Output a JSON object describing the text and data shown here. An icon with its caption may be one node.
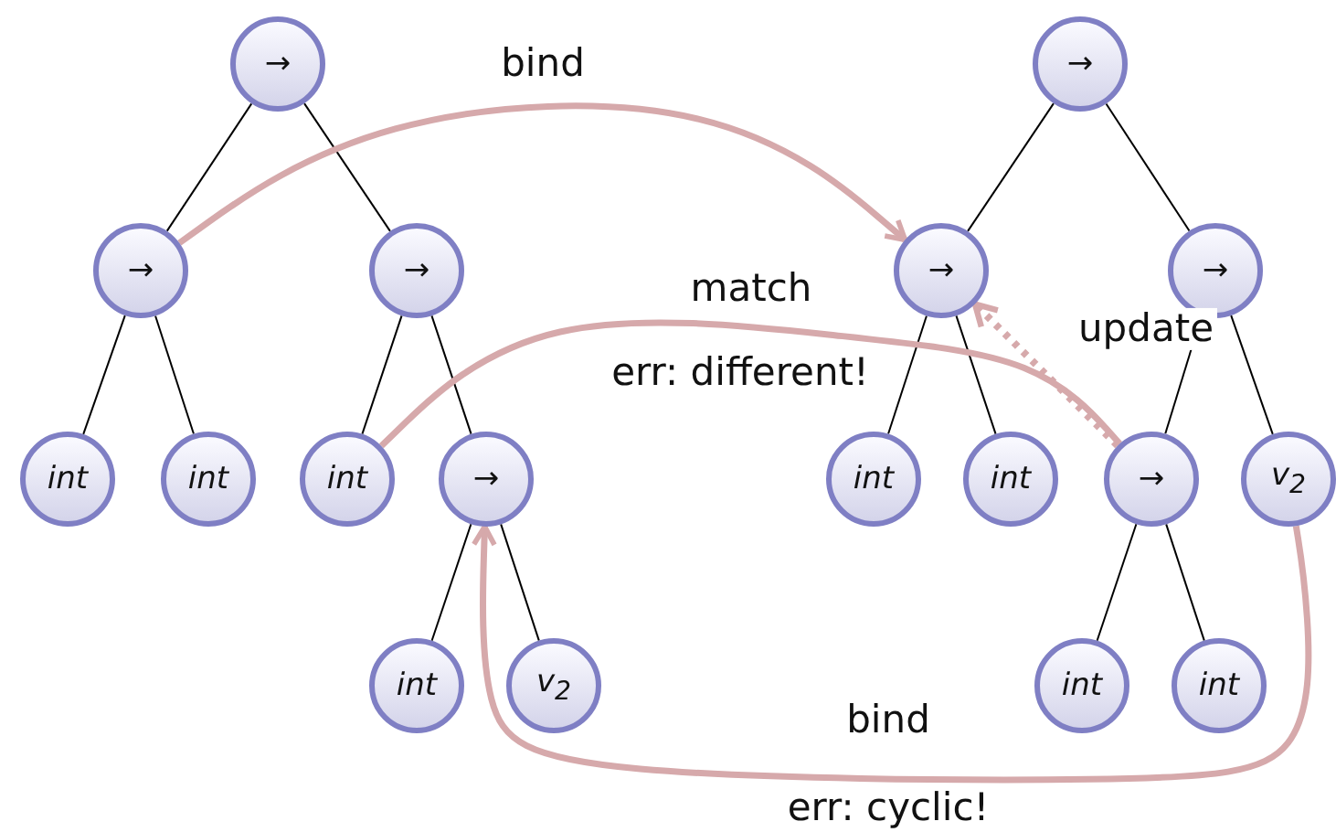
{
  "diagram": {
    "nodes": [
      {
        "text": [
          "→"
        ]
      },
      {
        "text": [
          "→"
        ]
      },
      {
        "text": [
          "→"
        ]
      },
      {
        "text": [
          "int"
        ]
      },
      {
        "text": [
          "int"
        ]
      },
      {
        "text": [
          "int"
        ]
      },
      {
        "text": [
          "→"
        ]
      },
      {
        "text": [
          "int"
        ]
      },
      {
        "text": [
          "v$_{2}$"
        ]
      },
      {
        "text": [
          "→"
        ]
      },
      {
        "text": [
          "→"
        ]
      },
      {
        "text": [
          "→"
        ]
      },
      {
        "text": [
          "int"
        ]
      },
      {
        "text": [
          "int"
        ]
      },
      {
        "text": [
          "→"
        ]
      },
      {
        "text": [
          "v$_{2}$"
        ]
      },
      {
        "text": [
          "int"
        ]
      },
      {
        "text": [
          "int"
        ]
      }
    ],
    "edges": [
      {
        "from": 0,
        "to": 1,
        "arrow": "none"
      },
      {
        "from": 0,
        "to": 2,
        "arrow": "none"
      },
      {
        "from": 1,
        "to": 3,
        "arrow": "none"
      },
      {
        "from": 1,
        "to": 4,
        "arrow": "none"
      },
      {
        "from": 2,
        "to": 5,
        "arrow": "none"
      },
      {
        "from": 2,
        "to": 6,
        "arrow": "none"
      },
      {
        "from": 6,
        "to": 7,
        "arrow": "none"
      },
      {
        "from": 6,
        "to": 8,
        "arrow": "none"
      },
      {
        "from": 9,
        "to": 10,
        "arrow": "none"
      },
      {
        "from": 9,
        "to": 11,
        "arrow": "none"
      },
      {
        "from": 10,
        "to": 12,
        "arrow": "none"
      },
      {
        "from": 10,
        "to": 13,
        "arrow": "none"
      },
      {
        "from": 11,
        "to": 14,
        "arrow": "none"
      },
      {
        "from": 11,
        "to": 15,
        "arrow": "none"
      },
      {
        "from": 14,
        "to": 16,
        "arrow": "none"
      },
      {
        "from": 14,
        "to": 17,
        "arrow": "none"
      },
      {
        "from": 1,
        "to": 10,
        "arrow": "to",
        "label": "bind",
        "style": "thick",
        "color": "#d6a9ab"
      },
      {
        "from": 5,
        "to": 14,
        "arrow": "none",
        "label": "match",
        "style": "thick",
        "color": "#d6a9ab"
      },
      {
        "from": 14,
        "to": 10,
        "arrow": "to",
        "label": "update",
        "style": "dashed",
        "color": "#d6a9ab"
      },
      {
        "from": 15,
        "to": 6,
        "arrow": "to",
        "label": "bind",
        "style": "thick",
        "color": "#d6a9ab"
      }
    ],
    "labels": [
      "err: different!",
      "err: cyclic!"
    ]
  }
}
